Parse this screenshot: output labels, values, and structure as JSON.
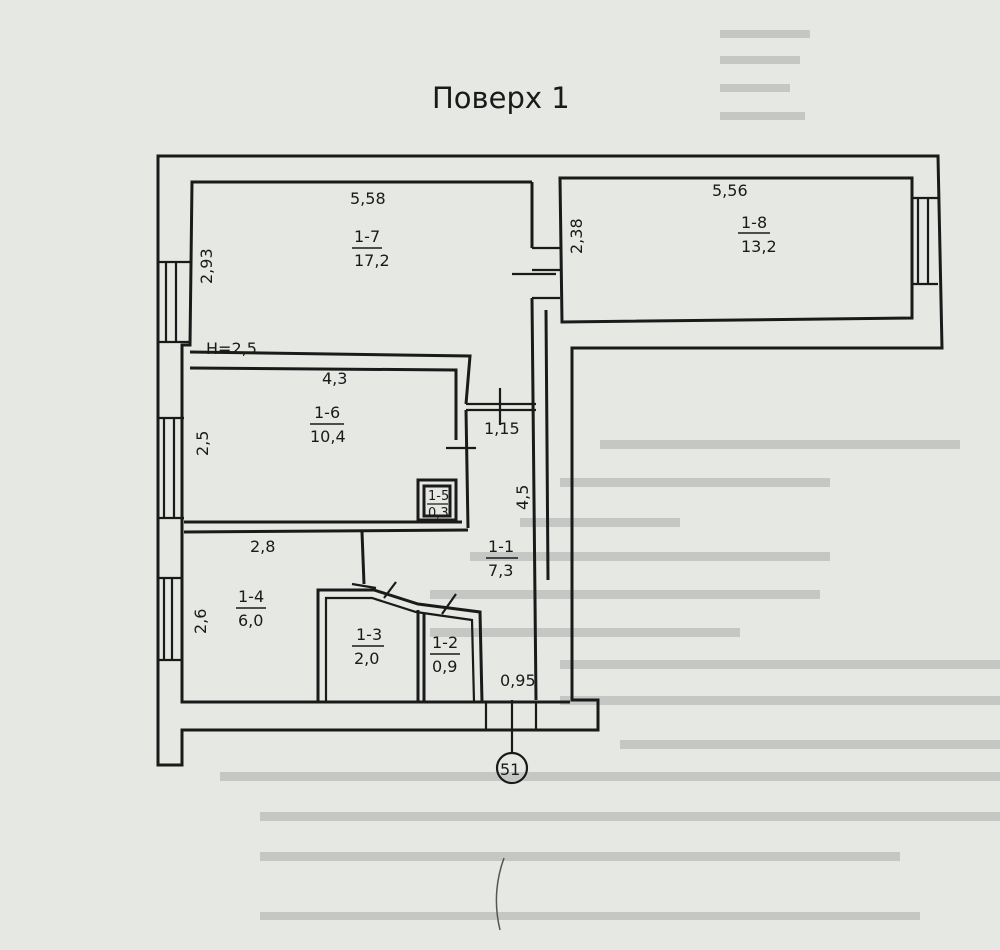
{
  "floor_title": "Поверх 1",
  "height_note": "H=2,5",
  "rooms": [
    {
      "id": "1-7",
      "area": "17,2"
    },
    {
      "id": "1-8",
      "area": "13,2"
    },
    {
      "id": "1-6",
      "area": "10,4"
    },
    {
      "id": "1-5",
      "area": "0,3"
    },
    {
      "id": "1-1",
      "area": "7,3"
    },
    {
      "id": "1-4",
      "area": "6,0"
    },
    {
      "id": "1-3",
      "area": "2,0"
    },
    {
      "id": "1-2",
      "area": "0,9"
    }
  ],
  "dimensions": {
    "room_1_7_width": "5,58",
    "room_1_7_depth": "2,93",
    "room_1_8_width": "5,56",
    "room_1_8_depth": "2,38",
    "room_1_6_width": "4,3",
    "room_1_6_depth": "2,5",
    "door_1_15": "1,15",
    "corridor_length": "4,5",
    "room_1_4_width": "2,8",
    "room_1_4_depth": "2,6",
    "entrance_width": "0,95"
  },
  "entrance_marker": "51",
  "colors": {
    "paper": "#e6e8e4",
    "ink": "#1a1a1a",
    "faded_text": "#b9bcb8"
  }
}
